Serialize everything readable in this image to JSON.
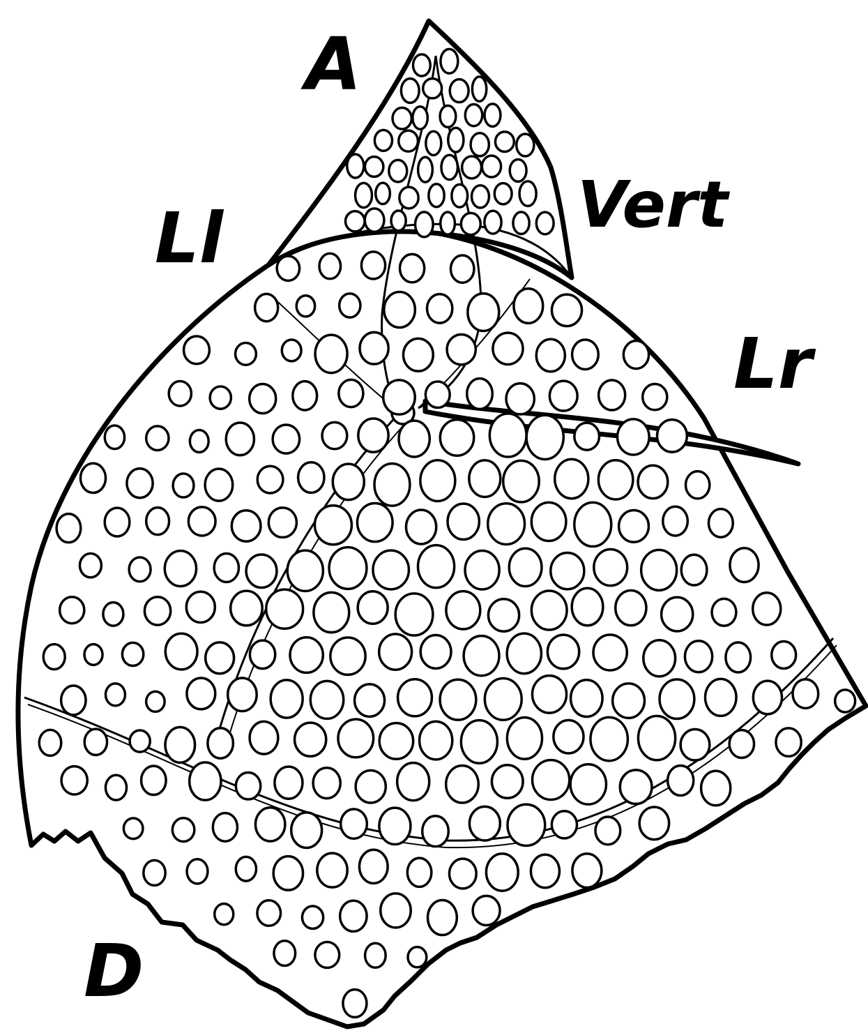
{
  "labels": {
    "apex": "A",
    "vertical": "Vert",
    "left_lobe": "Ll",
    "right_lobe": "Lr",
    "dorsal": "D"
  },
  "colors": {
    "ink": "#000000",
    "paper": "#ffffff"
  }
}
